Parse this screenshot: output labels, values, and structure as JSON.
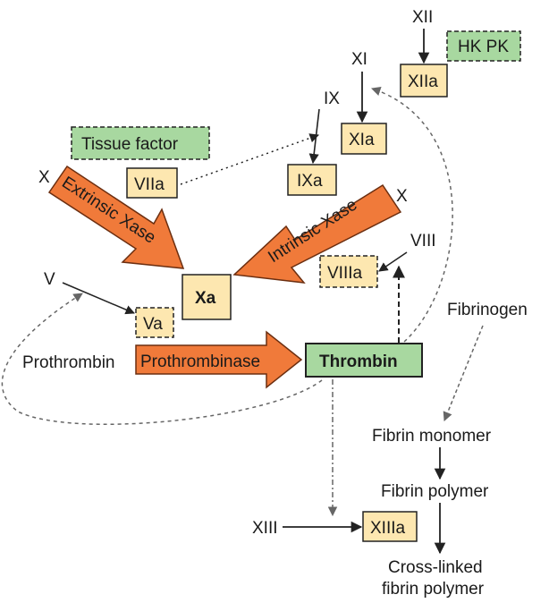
{
  "labels": {
    "xii": "XII",
    "hk_pk": "HK PK",
    "xi": "XI",
    "xiia": "XIIa",
    "ix": "IX",
    "xia": "XIa",
    "tissue_factor": "Tissue factor",
    "x_left": "X",
    "viia": "VIIa",
    "ixa": "IXa",
    "x_right": "X",
    "extrinsic_xase": "Extrinsic Xase",
    "intrinsic_xase": "Intrinsic Xase",
    "viii": "VIII",
    "viiia": "VIIIa",
    "v": "V",
    "xa": "Xa",
    "va": "Va",
    "fibrinogen": "Fibrinogen",
    "prothrombin": "Prothrombin",
    "prothrombinase": "Prothrombinase",
    "thrombin": "Thrombin",
    "fibrin_monomer": "Fibrin monomer",
    "fibrin_polymer": "Fibrin polymer",
    "xiii": "XIII",
    "xiiia": "XIIIa",
    "crosslinked_line1": "Cross-linked",
    "crosslinked_line2": "fibrin polymer"
  },
  "colors": {
    "factor_box_fill": "#fde7b0",
    "cofactor_box_fill": "#fde7b0",
    "green_fill": "#a8d8a0",
    "orange_arrow": "#f07a3a",
    "text": "#1a1a1a"
  }
}
